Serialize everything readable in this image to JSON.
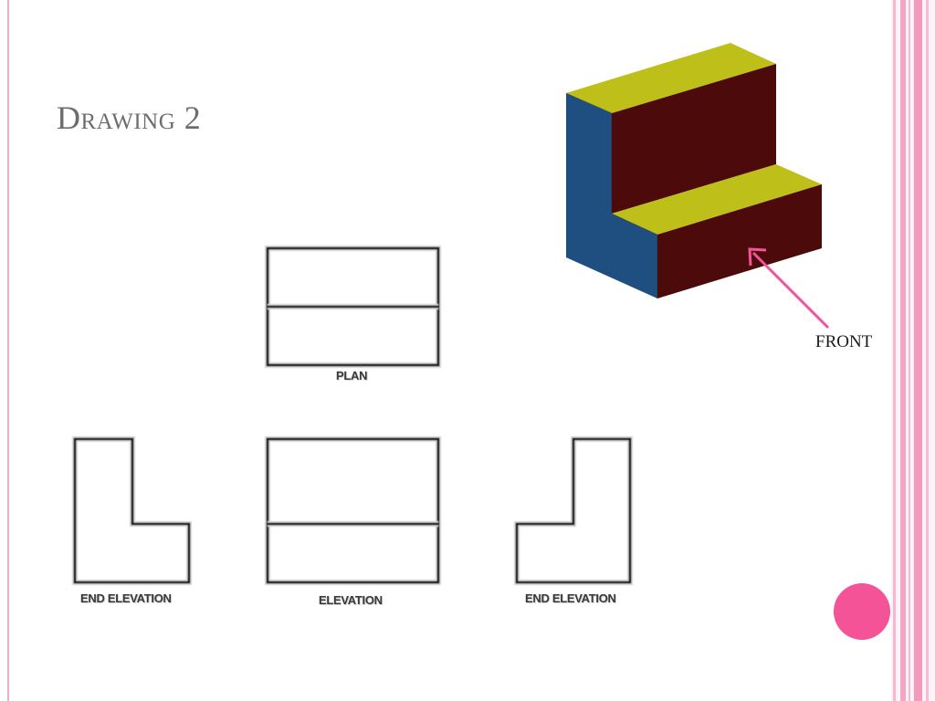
{
  "slide": {
    "title": "Drawing 2",
    "front_label": "FRONT",
    "views": {
      "plan": "PLAN",
      "elevation": "ELEVATION",
      "end_elevation_left": "END ELEVATION",
      "end_elevation_right": "END ELEVATION"
    }
  },
  "colors": {
    "accent_pink": "#f45497",
    "border_pink": "#f2a9c4",
    "top_face": "#bfbf1a",
    "front_face": "#4d0a0a",
    "side_face": "#1f4e80",
    "title_gray": "#6d6d6d"
  }
}
